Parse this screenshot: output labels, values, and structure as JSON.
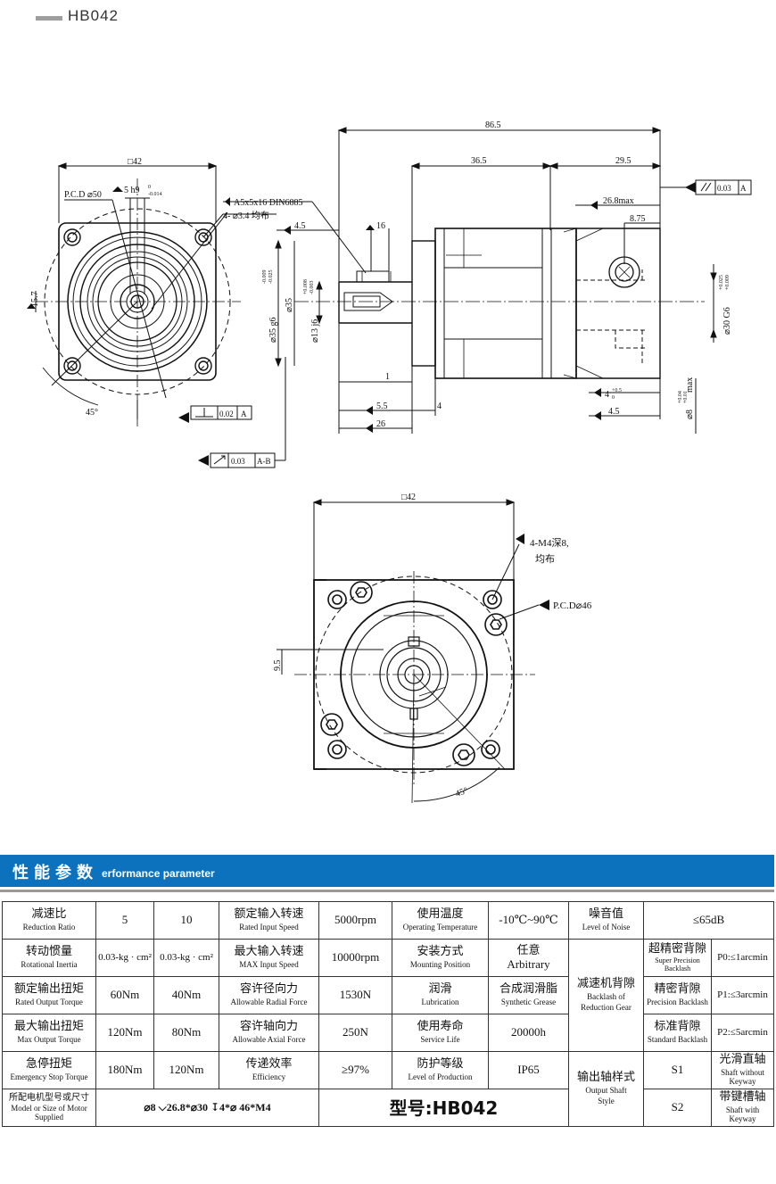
{
  "model": "HB042",
  "drawing": {
    "dim_86_5": "86.5",
    "dim_36_5": "36.5",
    "dim_29_5": "29.5",
    "dim_square_42_top": "□42",
    "pcd_50": "P.C.D ⌀50",
    "key_5h9": "5 h9",
    "key_tol_upper": "0",
    "key_tol_lower": "-0.014",
    "key_a5x5x16": "A5x5x16 DIN6885",
    "holes_4_3_4": "4- ⌀3.4  均布",
    "dim_4_5_left": "4.5",
    "dim_16": "16",
    "dim_26_8max": "26.8max",
    "dim_8_75": "8.75",
    "parallel_tol": "0.03",
    "datum_a": "A",
    "dim_15_7": "15.7",
    "dim_35g6": "⌀35 g6",
    "g6_upper": "-0.009",
    "g6_lower": "-0.025",
    "dim_35": "⌀35",
    "dim_13j6": "⌀13 j6",
    "j6_upper": "+0.008",
    "j6_lower": "-0.003",
    "dim_30g6": "⌀30 G6",
    "G6_upper": "+0.025",
    "G6_lower": "+0.009",
    "dim_1": "1",
    "dim_5_5": "5.5",
    "dim_4": "4",
    "dim_26": "26",
    "dim_4_right": "4",
    "dim_4_right_tol_upper": "+0.5",
    "dim_4_right_tol_lower": "0",
    "dim_4_5_right": "4.5",
    "dim_8": "⌀8",
    "dim_8_upper": "+0.04",
    "dim_8_lower": "+0.01",
    "dim_8_max": "max",
    "angle_45": "45°",
    "perp_tol": "0.02",
    "runout_tol": "0.03",
    "datum_ab": "A-B",
    "dim_square_42_front": "□42",
    "holes_m4": "4-M4深8,",
    "holes_m4_line2": "均布",
    "pcd_46": "P.C.D⌀46",
    "dim_9_5": "9.5",
    "angle_45_front": "45°"
  },
  "performance": {
    "title_cn": "性能参数",
    "title_en": "erformance parameter",
    "reduction_ratio": {
      "cn": "减速比",
      "en": "Reduction Ratio",
      "v1": "5",
      "v2": "10"
    },
    "rotational_inertia": {
      "cn": "转动惯量",
      "en": "Rotational Inertia",
      "v1": "0.03-kg · cm²",
      "v2": "0.03-kg · cm²"
    },
    "rated_output_torque": {
      "cn": "额定输出扭矩",
      "en": "Rated Output Torque",
      "v1": "60Nm",
      "v2": "40Nm"
    },
    "max_output_torque": {
      "cn": "最大输出扭矩",
      "en": "Max Output Torque",
      "v1": "120Nm",
      "v2": "80Nm"
    },
    "emergency_stop_torque": {
      "cn": "急停扭矩",
      "en": "Emergency Stop Torque",
      "v1": "180Nm",
      "v2": "120Nm"
    },
    "rated_input_speed": {
      "cn": "额定输入转速",
      "en": "Rated Input Speed",
      "v": "5000rpm"
    },
    "max_input_speed": {
      "cn": "最大输入转速",
      "en": "MAX Input Speed",
      "v": "10000rpm"
    },
    "radial_force": {
      "cn": "容许径向力",
      "en": "Allowable Radial  Force",
      "v": "1530N"
    },
    "axial_force": {
      "cn": "容许轴向力",
      "en": "Allowable Axial  Force",
      "v": "250N"
    },
    "efficiency": {
      "cn": "传递效率",
      "en": "Efficiency",
      "v": "≥97%"
    },
    "operating_temperature": {
      "cn": "使用温度",
      "en": "Operating Temperature",
      "v": "-10℃~90℃"
    },
    "mounting_position": {
      "cn": "安装方式",
      "en": "Mounting Position",
      "v_cn": "任意",
      "v_en": "Arbitrary"
    },
    "lubrication": {
      "cn": "润滑",
      "en": "Lubrication",
      "v_cn": "合成润滑脂",
      "v_en": "Synthetic Grease"
    },
    "service_life": {
      "cn": "使用寿命",
      "en": "Service Life",
      "v": "20000h"
    },
    "protection": {
      "cn": "防护等级",
      "en": "Level of Production",
      "v": "IP65"
    },
    "noise": {
      "cn": "噪音值",
      "en": "Level of Noise",
      "v": "≤65dB"
    },
    "backlash": {
      "cn": "减速机背隙",
      "en1": "Backlash of",
      "en2": "Reduction Gear"
    },
    "super_precision": {
      "cn": "超精密背隙",
      "en": "Super Precision Backlash",
      "v": "P0:≤1arcmin"
    },
    "precision": {
      "cn": "精密背隙",
      "en": "Precision Backlash",
      "v": "P1:≤3arcmin"
    },
    "standard": {
      "cn": "标准背隙",
      "en": "Standard Backlash",
      "v": "P2:≤5arcmin"
    },
    "output_shaft": {
      "cn": "输出轴样式",
      "en1": "Output Shaft",
      "en2": "Style"
    },
    "s1": {
      "code": "S1",
      "cn": "光滑直轴",
      "en": "Shaft without Keyway"
    },
    "s2": {
      "code": "S2",
      "cn": "带键槽轴",
      "en": "Shaft with Keyway"
    },
    "motor_size": {
      "cn": "所配电机型号或尺寸",
      "en": "Model or Size of Motor Supplied",
      "v": "⌀8 ⌵26.8*⌀30 ↧4*⌀ 46*M4"
    },
    "model_label": "型号:HB042"
  }
}
